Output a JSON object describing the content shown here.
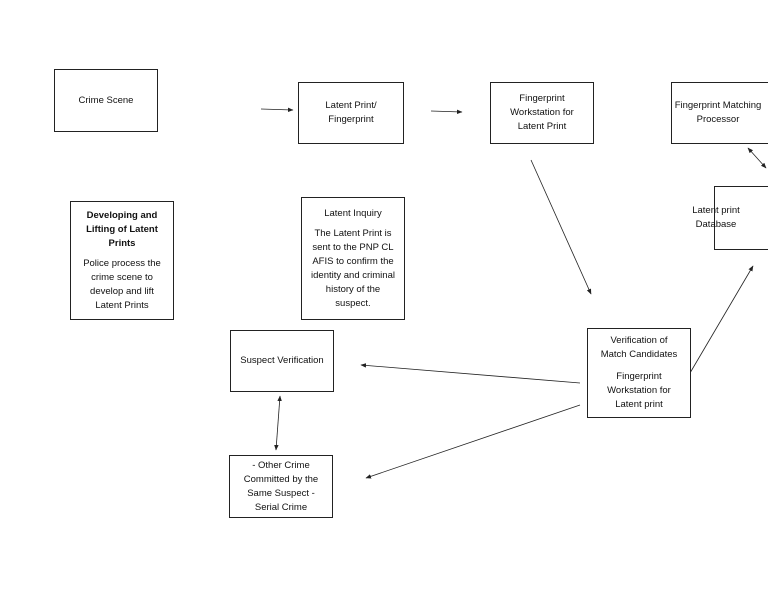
{
  "nodes": {
    "crime_scene": {
      "title": "Crime Scene"
    },
    "latent_print": {
      "title": "Latent Print/ Fingerprint"
    },
    "workstation": {
      "title": "Fingerprint Workstation for Latent Print"
    },
    "matching_processor": {
      "title": "Fingerprint Matching Processor"
    },
    "database": {
      "title": "Latent print Database"
    },
    "developing": {
      "title": "Developing and Lifting of Latent Prints",
      "body": "Police process the crime scene to develop and lift Latent Prints"
    },
    "latent_inquiry": {
      "title": "Latent Inquiry",
      "body": "The Latent Print is sent to the PNP CL AFIS to confirm the identity and criminal history of the suspect."
    },
    "suspect_verification": {
      "title": "Suspect Verification"
    },
    "verification": {
      "title": "Verification of Match Candidates",
      "body": "Fingerprint Workstation for Latent print"
    },
    "other_crime": {
      "title": "- Other Crime Committed by the Same Suspect - Serial Crime"
    }
  },
  "colors": {
    "line": "#222222",
    "background": "#ffffff"
  }
}
